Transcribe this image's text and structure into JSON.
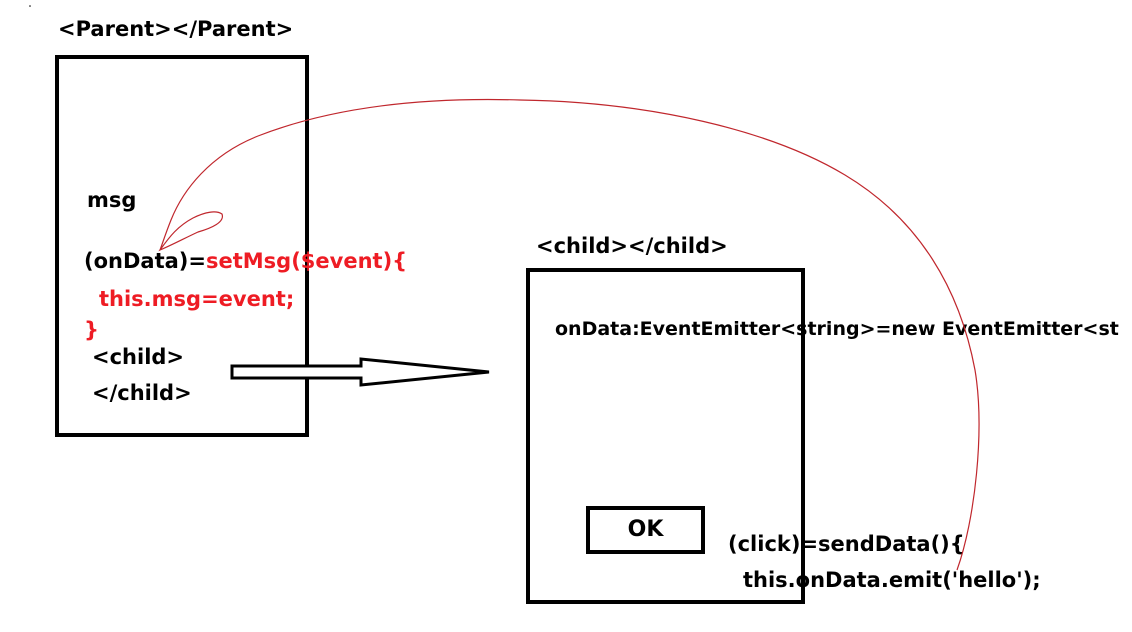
{
  "parent": {
    "title": "<Parent></Parent>",
    "msg": "msg",
    "on_data_binding": "(onData)=",
    "handler_line1": "setMsg($event){",
    "handler_line2": "this.msg=event;",
    "handler_line3": "}",
    "child_open": "<child>",
    "child_close": "</child>"
  },
  "child": {
    "title": "<child></child>",
    "emitter_decl": "onData:EventEmitter<string>=new EventEmitter<st",
    "ok_button": "OK",
    "click_line1": "(click)=sendData(){",
    "click_line2": "this.onData.emit('hello');"
  },
  "colors": {
    "text": "#000000",
    "highlight": "#ee1c24",
    "curve": "#c0272d"
  }
}
